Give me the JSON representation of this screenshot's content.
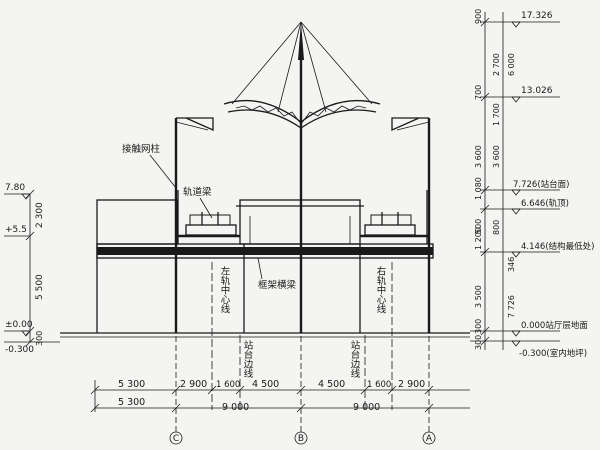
{
  "labels": {
    "catenary_pole": "接触网柱",
    "track_beam": "轨道梁",
    "frame_beam": "框架横梁",
    "left_track_center": "左轨中心线",
    "right_track_center": "右轨中心线",
    "platform_edge_left": "站台边线",
    "platform_edge_right": "站台边线"
  },
  "left_elevations": {
    "top": "7.80",
    "mid": "+5.5",
    "ground": "±0.00",
    "below": "-0.300"
  },
  "left_dims": [
    "2 300",
    "5 500",
    "300"
  ],
  "right_elevations": [
    {
      "value": "17.326",
      "note": ""
    },
    {
      "value": "13.026",
      "note": ""
    },
    {
      "value": "7.726",
      "note": "(站台面)"
    },
    {
      "value": "6.646",
      "note": "(轨顶)"
    },
    {
      "value": "4.146",
      "note": "(结构最低处)"
    },
    {
      "value": "0.000",
      "note": "站厅层地面"
    },
    {
      "value": "-0.300",
      "note": "(室内地坪)"
    }
  ],
  "right_dims_outer": [
    "900",
    "700",
    "3 600",
    "1 080",
    "1 200",
    "500",
    "3 500",
    "300",
    "300"
  ],
  "right_dims_inner": [
    "2 700",
    "1 700",
    "3 600",
    "800",
    "6 000",
    "346",
    "7 726"
  ],
  "bottom_dims_row1": [
    "5 300",
    "2 900",
    "1 600",
    "4 500",
    "4 500",
    "1 600",
    "2 900"
  ],
  "bottom_dims_row2": [
    "5 300",
    "9 000",
    "9 000"
  ],
  "axes": [
    "C",
    "B",
    "A"
  ]
}
